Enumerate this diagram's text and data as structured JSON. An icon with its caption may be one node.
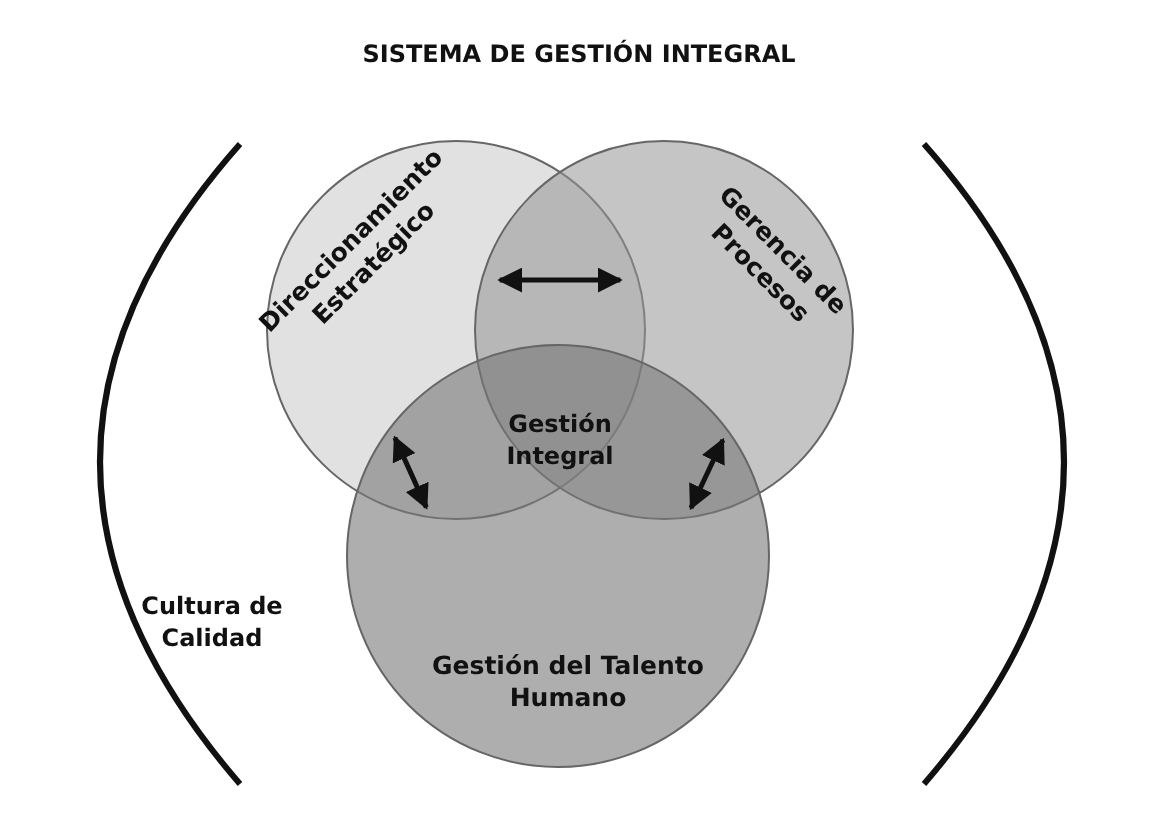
{
  "diagram": {
    "title": "SISTEMA DE GESTIÓN INTEGRAL",
    "nodes": [
      {
        "text": [
          "Direccionamiento Estratégico"
        ]
      },
      {
        "text": [
          "Gerencia de Procesos"
        ]
      },
      {
        "text": [
          "Gestión del Talento Humano"
        ]
      }
    ],
    "edges": [
      {
        "from": 0,
        "to": 1,
        "arrow": "both"
      },
      {
        "from": 0,
        "to": 2,
        "arrow": "both"
      },
      {
        "from": 1,
        "to": 2,
        "arrow": "both"
      }
    ],
    "labels": [
      "Gestión Integral",
      "Cultura de Calidad"
    ]
  }
}
